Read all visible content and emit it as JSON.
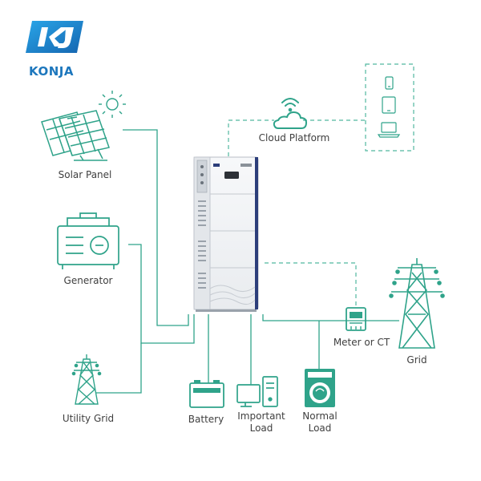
{
  "brand": {
    "name": "KONJA",
    "logo_letters": "KJ",
    "color": "#1d77bd"
  },
  "colors": {
    "line": "#2fa38a",
    "line_dashed": "#52b89f",
    "text": "#3f3f3f"
  },
  "labels": {
    "cloud_platform": "Cloud Platform",
    "solar_panel": "Solar Panel",
    "generator": "Generator",
    "utility_grid": "Utility Grid",
    "battery": "Battery",
    "important_load_1": "Important",
    "important_load_2": "Load",
    "normal_load_1": "Normal",
    "normal_load_2": "Load",
    "meter_or_ct": "Meter or CT",
    "grid": "Grid"
  },
  "icons": {
    "logo": "konja-logo-icon",
    "cloud": "cloud-wifi-icon",
    "devices": [
      "phone-icon",
      "tablet-icon",
      "laptop-icon"
    ],
    "solar": "solar-panel-icon",
    "sun": "sun-icon",
    "generator": "generator-icon",
    "utility_grid": "power-tower-icon",
    "battery": "battery-icon",
    "important_load": "desktop-computer-icon",
    "normal_load": "washing-machine-icon",
    "meter": "meter-icon",
    "grid": "transmission-tower-icon"
  }
}
